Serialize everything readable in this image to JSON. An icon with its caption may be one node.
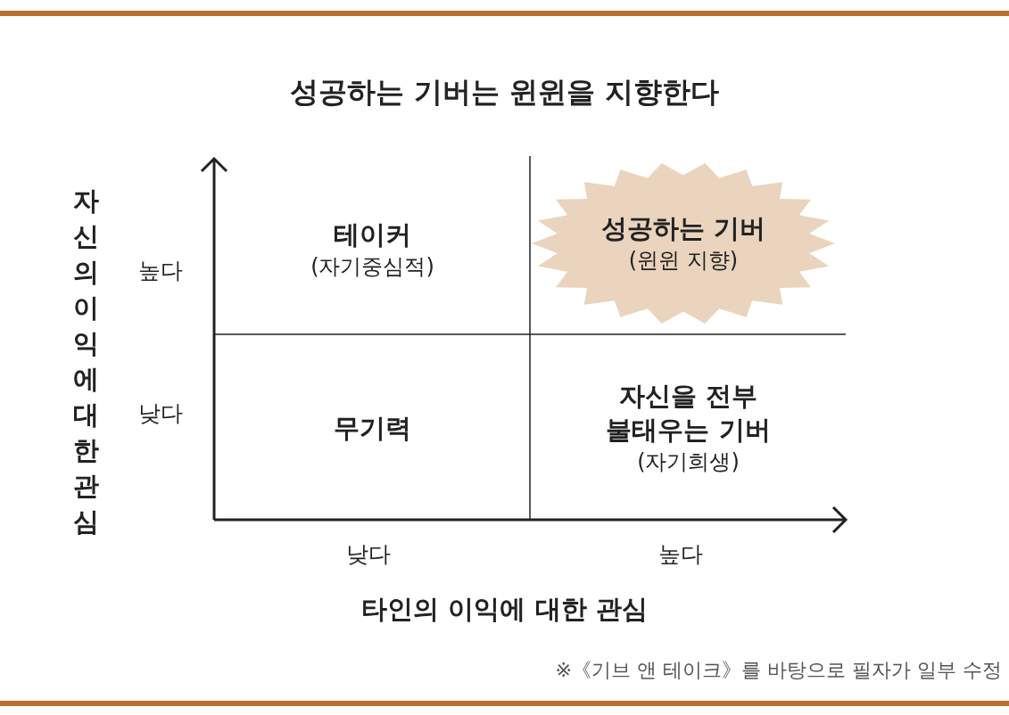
{
  "diagram": {
    "title": "성공하는 기버는 윈윈을 지향한다",
    "caption": "※《기브 앤 테이크》를 바탕으로 필자가 일부 수정",
    "nodes": [
      {
        "text": [
          "테이커",
          "(자기중심적)"
        ]
      },
      {
        "text": [
          "성공하는 기버",
          "(윈윈 지향)"
        ]
      },
      {
        "text": [
          "무기력"
        ]
      },
      {
        "text": [
          "자신을 전부 불태우는 기버",
          "(자기희생)"
        ]
      }
    ],
    "labels": [
      "자신의 이익에 대한 관심",
      "높다",
      "낮다",
      "낮다",
      "높다",
      "타인의 이익에 대한 관심"
    ]
  }
}
